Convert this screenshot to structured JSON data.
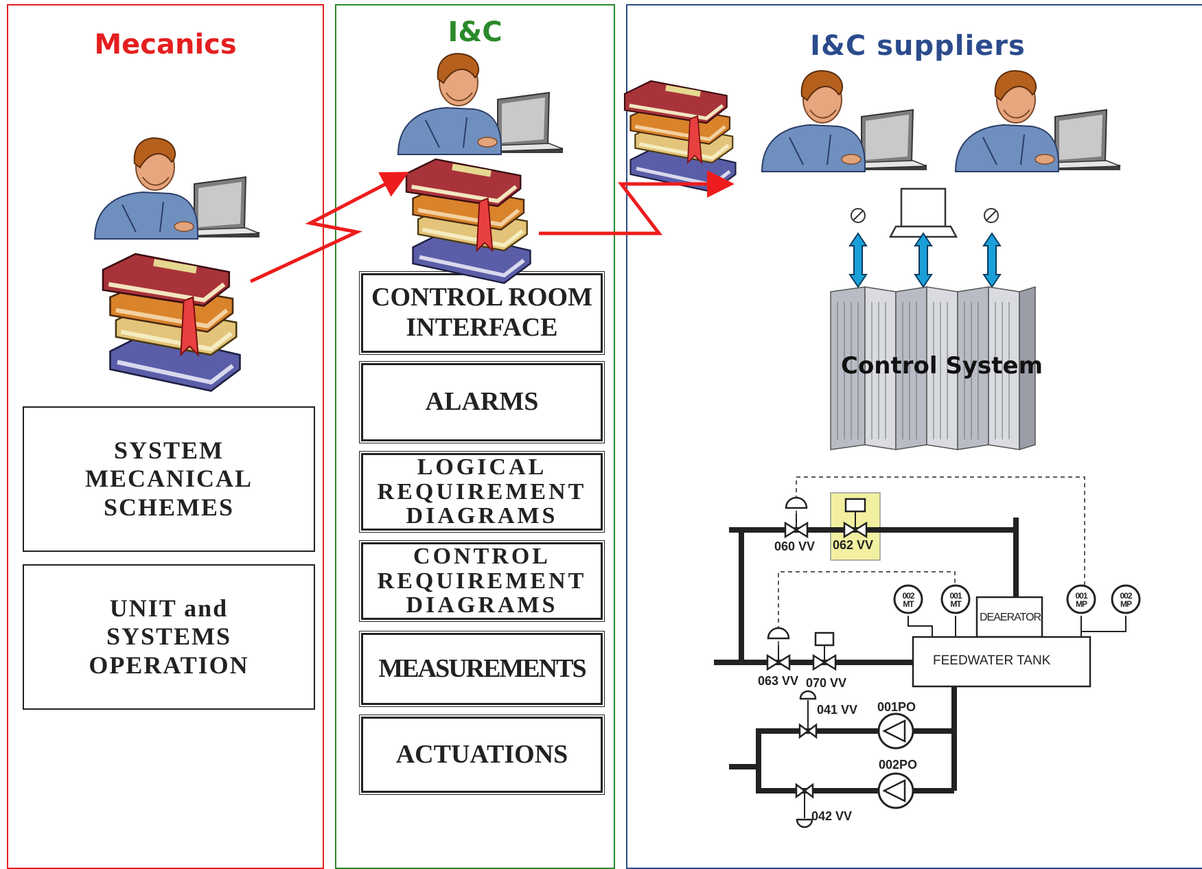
{
  "columns": {
    "mechanics": {
      "title": "Mecanics",
      "color": "#e41f1f"
    },
    "ic": {
      "title": "I&C",
      "color": "#2a8a2a"
    },
    "suppliers": {
      "title": "I&C suppliers",
      "color": "#2b4b8c"
    }
  },
  "mechanics_boxes": [
    "SYSTEM\nMECANICAL\nSCHEMES",
    "UNIT and\nSYSTEMS\nOPERATION"
  ],
  "ic_boxes": [
    "CONTROL ROOM\nINTERFACE",
    "ALARMS",
    "LOGICAL\nREQUIREMENT\nDIAGRAMS",
    "CONTROL\nREQUIREMENT\nDIAGRAMS",
    "MEASUREMENTS",
    "ACTUATIONS"
  ],
  "control_system_label": "Control System",
  "pid": {
    "valves": [
      "060 VV",
      "062 VV",
      "063 VV",
      "070 VV",
      "041 VV",
      "042 VV"
    ],
    "pumps": [
      "001PO",
      "002PO"
    ],
    "gauges": [
      {
        "line1": "002",
        "line2": "MT"
      },
      {
        "line1": "001",
        "line2": "MT"
      },
      {
        "line1": "001",
        "line2": "MP"
      },
      {
        "line1": "002",
        "line2": "MP"
      }
    ],
    "deaerator": "DEAERATOR",
    "tank": "FEEDWATER TANK",
    "highlight_color": "#f2f0a0"
  },
  "arrow_color": "#ee1c1c",
  "link_arrow_color": "#1aa0d8"
}
